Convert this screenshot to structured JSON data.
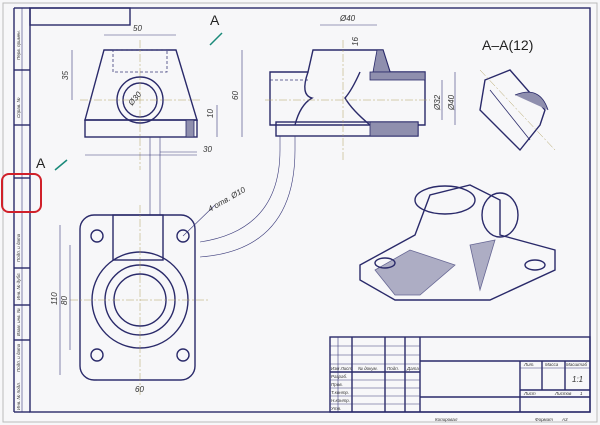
{
  "section_label": "A–A(12)",
  "section_marker": "A",
  "dimensions": {
    "front_width": "50",
    "front_height": "35",
    "front_bore": "Ø30",
    "front_total": "60",
    "front_base": "10",
    "front_base_width": "30",
    "side_diameter": "Ø40",
    "side_depth": "16",
    "side_inner": "Ø32",
    "side_outer": "Ø40",
    "holes": "4 отв. Ø10",
    "plan_height_outer": "110",
    "plan_height_inner": "80",
    "plan_width": "60"
  },
  "title_block": {
    "izm": "Изм Лист",
    "doc_no": "№ докум.",
    "sign": "Подп.",
    "date": "Дата",
    "developed": "Разраб.",
    "checked": "Пров.",
    "tcontrol": "Т.контр.",
    "ncontrol": "Н.контр.",
    "approved": "Утв.",
    "lit": "Лит.",
    "mass": "Масса",
    "scale": "Масштаб",
    "scale_value": "1:1",
    "sheet": "Лист",
    "sheets": "Листов",
    "sheets_value": "1",
    "copied": "Копировал",
    "format": "Формат",
    "format_value": "A3"
  },
  "side_strip": [
    "Перв. примен.",
    "Справ. №",
    "Подп. и дата",
    "Инв. № дубл.",
    "Взам. инв. №",
    "Подп. и дата",
    "Инв. № подл."
  ]
}
